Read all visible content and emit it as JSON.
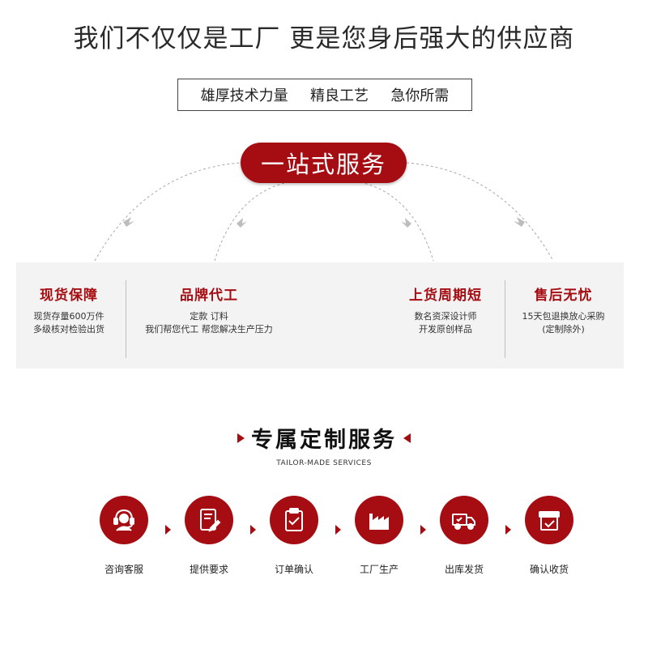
{
  "headline": "我们不仅仅是工厂 更是您身后强大的供应商",
  "features": [
    "雄厚技术力量",
    "精良工艺",
    "急你所需"
  ],
  "service_pill": "一站式服务",
  "columns": [
    {
      "title": "现货保障",
      "lines": [
        "现货存量600万件",
        "多级核对检验出货"
      ]
    },
    {
      "title": "品牌代工",
      "lines": [
        "定款 订料",
        "我们帮您代工 帮您解决生产压力"
      ]
    },
    {
      "title": "上货周期短",
      "lines": [
        "数名资深设计师",
        "开发原创样品"
      ]
    },
    {
      "title": "售后无忧",
      "lines": [
        "15天包退换放心采购",
        "(定制除外)"
      ]
    }
  ],
  "custom_section": {
    "title": "专属定制服务",
    "subtitle": "TAILOR-MADE SERVICES"
  },
  "steps": [
    {
      "label": "咨询客服",
      "icon": "headset-icon"
    },
    {
      "label": "提供要求",
      "icon": "document-edit-icon"
    },
    {
      "label": "订单确认",
      "icon": "clipboard-check-icon"
    },
    {
      "label": "工厂生产",
      "icon": "factory-icon"
    },
    {
      "label": "出库发货",
      "icon": "delivery-truck-icon"
    },
    {
      "label": "确认收货",
      "icon": "box-check-icon"
    }
  ],
  "colors": {
    "accent": "#a50d12",
    "panel": "#f4f3f3"
  }
}
